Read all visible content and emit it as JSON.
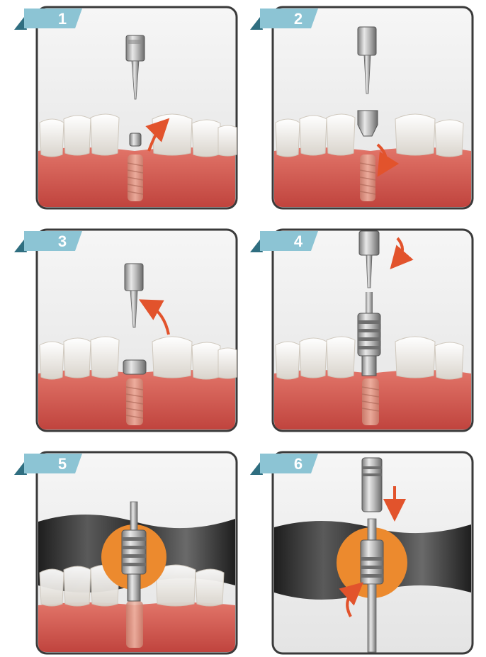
{
  "steps": [
    {
      "number": "1"
    },
    {
      "number": "2"
    },
    {
      "number": "3"
    },
    {
      "number": "4"
    },
    {
      "number": "5"
    },
    {
      "number": "6"
    }
  ],
  "colors": {
    "tab": "#8cc4d4",
    "tab_shadow": "#2f6e80",
    "gum": "#c8514a",
    "gum_light": "#e27569",
    "arrow": "#e2532c",
    "orange_disc": "#ec8a2e",
    "dark_band": "#2b2b2b",
    "frame": "#3a3a3a"
  }
}
